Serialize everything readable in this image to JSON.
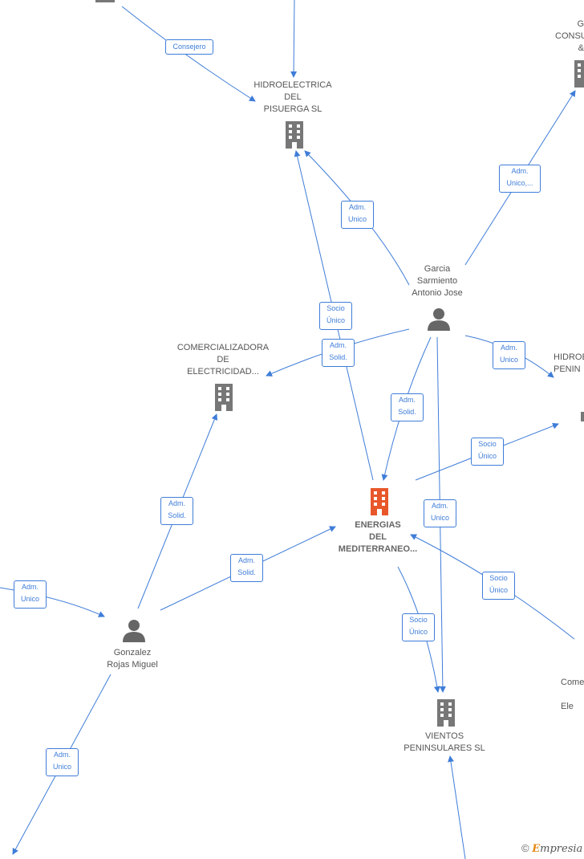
{
  "colors": {
    "edge": "#3f7dd8",
    "company_icon": "#777777",
    "company_icon_highlight": "#e8572a",
    "person_icon": "#666666",
    "label_text": "#555555"
  },
  "nodes": {
    "hidroelectrica": {
      "label": "HIDROELECTRICA\nDEL\nPISUERGA SL",
      "icon": "building-icon"
    },
    "comercializadora": {
      "label": "COMERCIALIZADORA\nDE\nELECTRICIDAD...",
      "icon": "building-icon"
    },
    "energias": {
      "label": "ENERGIAS\nDEL\nMEDITERRANEO...",
      "icon": "building-icon"
    },
    "vientos": {
      "label": "VIENTOS\nPENINSULARES SL",
      "icon": "building-icon"
    },
    "garcia": {
      "label": "Garcia\nSarmiento\nAntonio Jose",
      "icon": "person-icon"
    },
    "gonzalez": {
      "label": "Gonzalez\nRojas Miguel",
      "icon": "person-icon"
    },
    "top_right_company": {
      "label": "G\nCONSU\n&",
      "icon": "building-icon"
    },
    "right_hidro": {
      "label": "HIDROE\nPENIN"
    },
    "right_come": {
      "label": "Come\n\nEle"
    }
  },
  "edges": {
    "consejero": "Consejero",
    "adm_unico_hidro": "Adm.\nUnico",
    "adm_unico_consu": "Adm.\nUnico,...",
    "socio_unico_hidro": "Socio\nÚnico",
    "adm_solid_garcia_comer": "Adm.\nSolid.",
    "adm_unico_garcia_right": "Adm.\nUnico",
    "adm_solid_garcia_energias": "Adm.\nSolid.",
    "socio_unico_energias_right": "Socio\nÚnico",
    "adm_unico_garcia_vientos": "Adm.\nUnico",
    "socio_unico_come_energias": "Socio\nÚnico",
    "adm_solid_gonzalez_comer": "Adm.\nSolid.",
    "adm_solid_gonzalez_energias": "Adm.\nSolid.",
    "adm_unico_left": "Adm.\nUnico",
    "socio_unico_energias_vientos": "Socio\nÚnico",
    "adm_unico_gonzalez_down": "Adm.\nUnico"
  },
  "watermark": {
    "copyright": "©",
    "brand_initial": "E",
    "brand_rest": "mpresia"
  }
}
